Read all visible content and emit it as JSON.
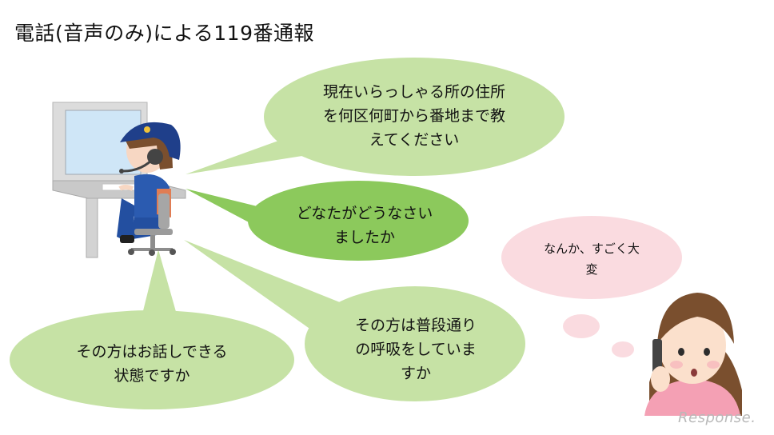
{
  "title": "電話(音声のみ)による119番通報",
  "bubbles": {
    "address": [
      "現在いらっしゃる所の住所",
      "を何区何町から番地まで教",
      "えてください"
    ],
    "what_happened": [
      "どなたがどうなさい",
      "ましたか"
    ],
    "can_talk": [
      "その方はお話しできる",
      "状態ですか"
    ],
    "breathing": [
      "その方は普段通り",
      "の呼吸をしていま",
      "すか"
    ],
    "caller": [
      "なんか、すごく大",
      "変"
    ]
  },
  "watermark": "Response.",
  "colors": {
    "bubble_dark": "#8cc95c",
    "bubble_light": "#c6e2a5",
    "bubble_pink": "#fadbe0",
    "uniform": "#234fa0"
  }
}
